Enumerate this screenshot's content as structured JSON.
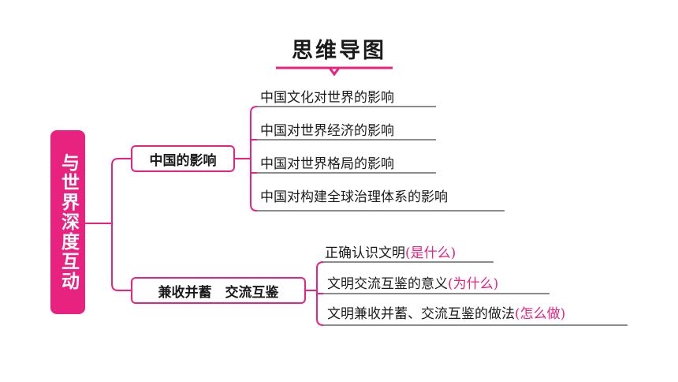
{
  "title": "思维导图",
  "root": {
    "label": "与世界深度互动"
  },
  "branches": [
    {
      "label": "中国的影响",
      "leaves": [
        {
          "text": "中国文化对世界的影响"
        },
        {
          "text": "中国对世界经济的影响"
        },
        {
          "text": "中国对世界格局的影响"
        },
        {
          "text": "中国对构建全球治理体系的影响"
        }
      ]
    },
    {
      "label": "兼收并蓄　交流互鉴",
      "leaves": [
        {
          "text": "正确认识文明",
          "question": "(是什么)"
        },
        {
          "text": "文明交流互鉴的意义",
          "question": "(为什么)"
        },
        {
          "text": "文明兼收并蓄、交流互鉴的做法",
          "question": "(怎么做)"
        }
      ]
    }
  ],
  "colors": {
    "accent": "#e8237f",
    "line": "#e8237f",
    "underline": "#666666"
  }
}
